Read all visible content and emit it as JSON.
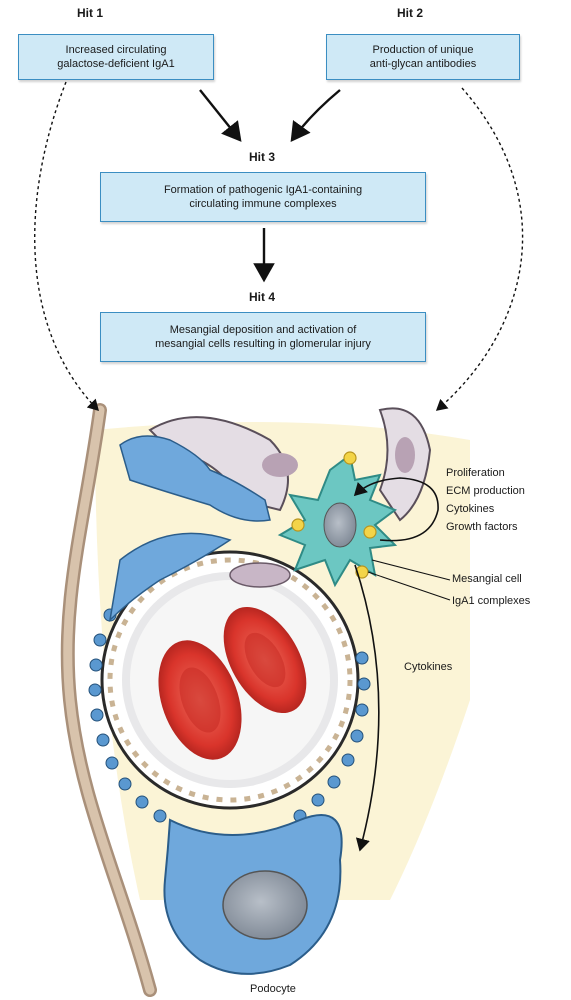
{
  "hits": {
    "hit1": "Hit 1",
    "hit2": "Hit 2",
    "hit3": "Hit 3",
    "hit4": "Hit 4"
  },
  "boxes": {
    "hit1_lines": [
      "Increased circulating",
      "galactose-deficient IgA1"
    ],
    "hit2_lines": [
      "Production of unique",
      "anti-glycan antibodies"
    ],
    "hit3_lines": [
      "Formation of pathogenic IgA1-containing",
      "circulating immune complexes"
    ],
    "hit4_lines": [
      "Mesangial deposition and activation of",
      "mesangial cells resulting in glomerular injury"
    ]
  },
  "labels": {
    "effects": [
      "Proliferation",
      "ECM production",
      "Cytokines",
      "Growth factors"
    ],
    "mesangial_cell": "Mesangial cell",
    "iga1_complexes": "IgA1 complexes",
    "cytokines": "Cytokines",
    "podocyte": "Podocyte"
  },
  "colors": {
    "box_fill": "#cfe9f6",
    "box_border": "#3b8ec2",
    "podocyte": "#6fa8dc",
    "mesangial_cell": "#6cc7c2",
    "red_cell": "#d9342b",
    "immune_complex": "#f3d448",
    "capsule": "#c9b394"
  }
}
